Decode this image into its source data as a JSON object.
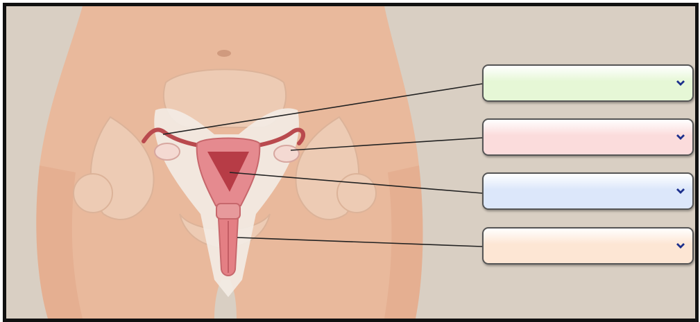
{
  "dropdowns": [
    {
      "id": "dropdown-1",
      "color": "#e6f7d6",
      "selected": ""
    },
    {
      "id": "dropdown-2",
      "color": "#fbdcdc",
      "selected": ""
    },
    {
      "id": "dropdown-3",
      "color": "#dce7fa",
      "selected": ""
    },
    {
      "id": "dropdown-4",
      "color": "#fde6d4",
      "selected": ""
    }
  ],
  "icons": {
    "dropdown_arrow": "chevron-down-icon"
  },
  "colors": {
    "background": "#d9cfc3",
    "skin": "#e8b89a",
    "organ": "#e8838a",
    "frame_border": "#111111",
    "chevron": "#1c2f8c"
  }
}
